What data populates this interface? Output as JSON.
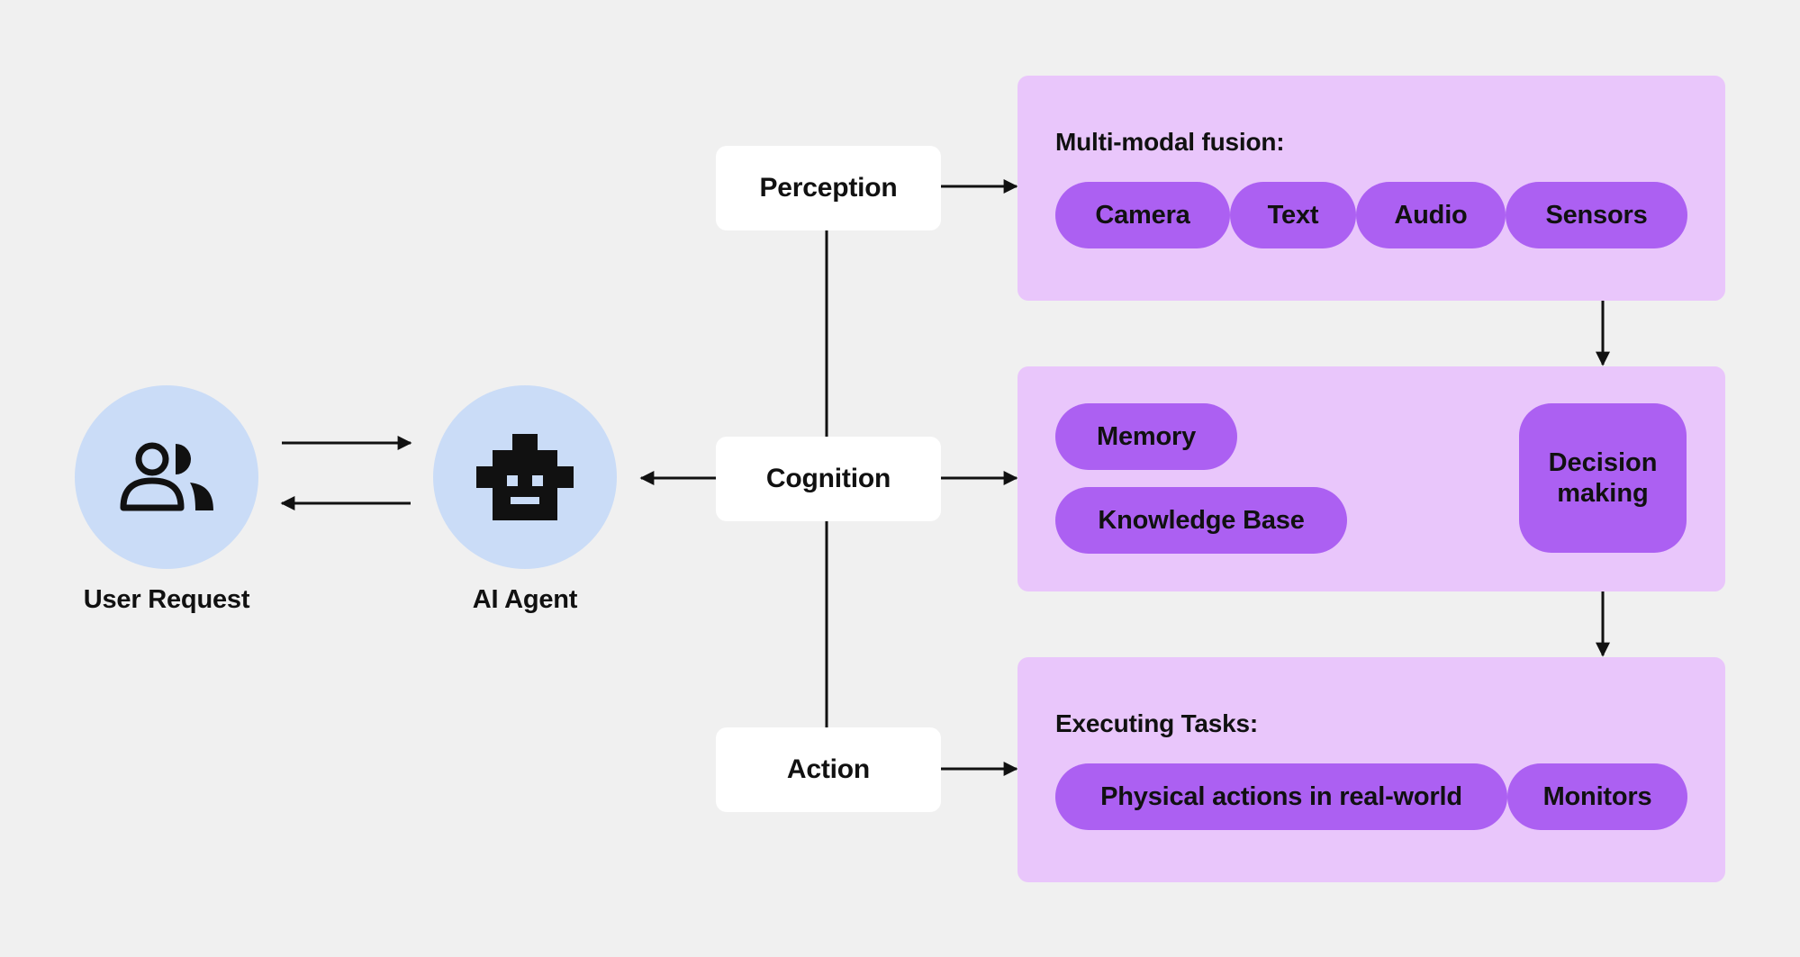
{
  "nodes": {
    "user_request": {
      "label": "User Request"
    },
    "ai_agent": {
      "label": "AI Agent"
    }
  },
  "stages": {
    "perception": "Perception",
    "cognition": "Cognition",
    "action": "Action"
  },
  "perception_panel": {
    "title": "Multi-modal fusion:",
    "chips": [
      "Camera",
      "Text",
      "Audio",
      "Sensors"
    ]
  },
  "cognition_panel": {
    "memory": "Memory",
    "knowledge_base": "Knowledge Base",
    "decision": "Decision\nmaking"
  },
  "action_panel": {
    "title": "Executing Tasks:",
    "chips": [
      "Physical actions in real-world",
      "Monitors"
    ]
  },
  "colors": {
    "background": "#f0f0f0",
    "circle_fill": "#cadcf7",
    "panel_fill": "#e9c6fb",
    "chip_fill": "#ac60f2",
    "stage_fill": "#ffffff",
    "line": "#111111"
  },
  "icons": {
    "user": "users-icon",
    "agent": "robot-icon"
  }
}
